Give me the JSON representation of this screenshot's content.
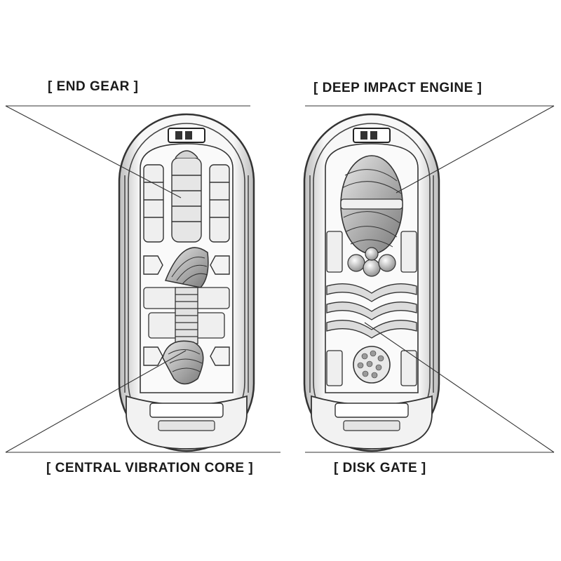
{
  "labels": {
    "end_gear": "[ END GEAR ]",
    "deep_impact_engine": "[ DEEP IMPACT ENGINE ]",
    "central_vibration_core": "[ CENTRAL VIBRATION CORE ]",
    "disk_gate": "[ DISK GATE ]"
  },
  "colors": {
    "line": "#333333",
    "shell": "#f4f4f4",
    "shadow": "#555555"
  }
}
